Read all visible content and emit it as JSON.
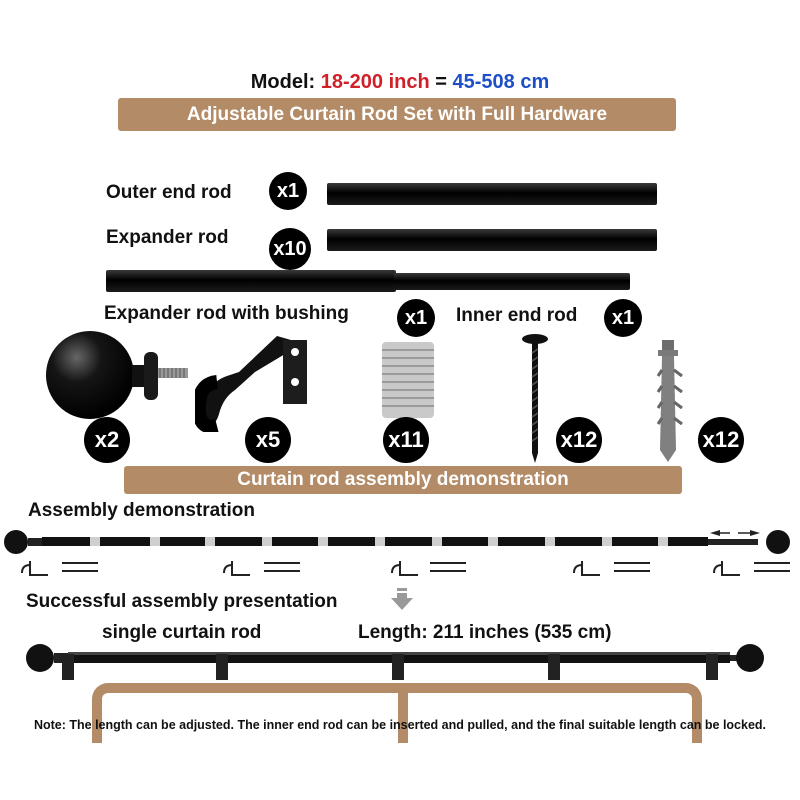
{
  "header": {
    "model_label": "Model:",
    "inch_range": "18-200 inch",
    "equals": "=",
    "cm_range": "45-508 cm",
    "title": "Adjustable Curtain Rod Set  with Full Hardware"
  },
  "parts": {
    "outer_end_rod": {
      "label": "Outer end rod",
      "qty": "x1"
    },
    "expander_rod": {
      "label": "Expander rod",
      "qty": "x10"
    },
    "expander_bushing": {
      "label": "Expander rod with bushing",
      "qty": "x1"
    },
    "inner_end_rod": {
      "label": "Inner end rod",
      "qty": "x1"
    },
    "finial": {
      "qty": "x2"
    },
    "bracket": {
      "qty": "x5"
    },
    "bushing": {
      "qty": "x11"
    },
    "screw": {
      "qty": "x12"
    },
    "anchor": {
      "qty": "x12"
    }
  },
  "demo": {
    "banner": "Curtain rod assembly demonstration",
    "assembly_title": "Assembly demonstration",
    "success_title": "Successful assembly presentation",
    "single_label": "single curtain rod",
    "length_label": "Length: 211 inches  (535 cm)"
  },
  "note": "Note: The length can be adjusted. The inner end rod can be inserted and pulled, and the final suitable length can be locked.",
  "colors": {
    "accent": "#b38b66",
    "red": "#d0212a",
    "blue": "#1f4fc8"
  }
}
